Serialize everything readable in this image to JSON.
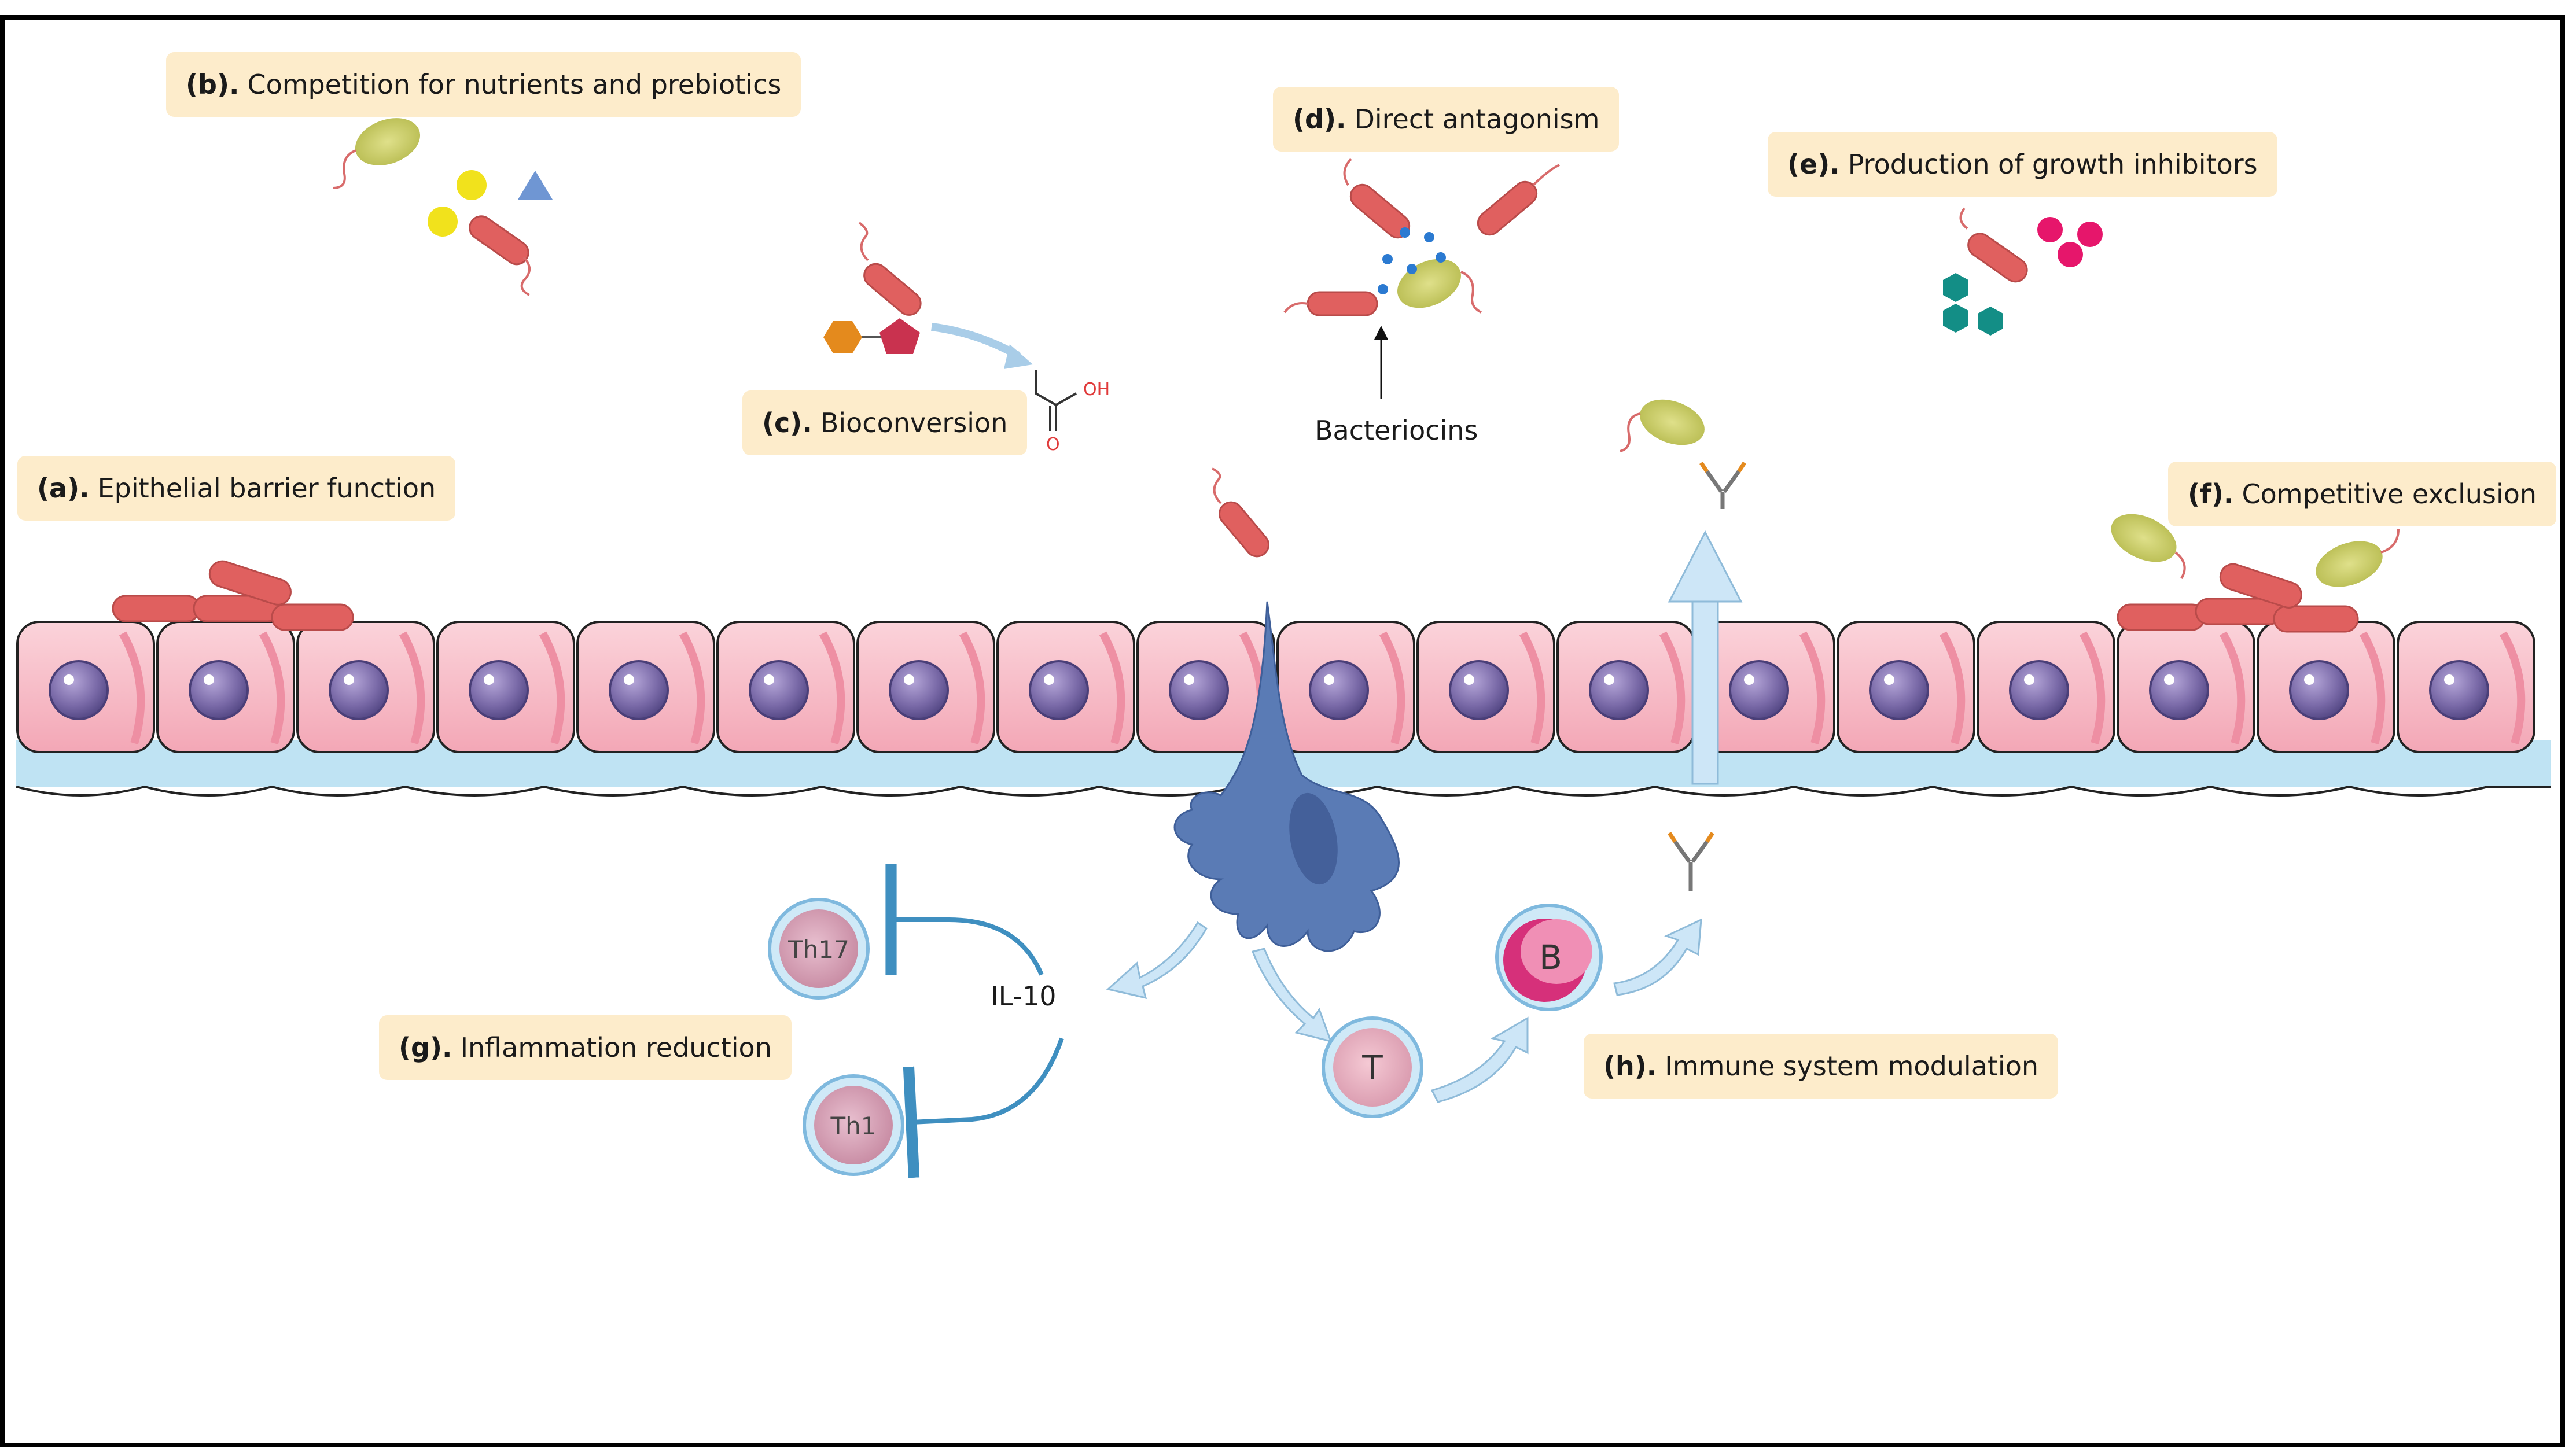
{
  "labels": {
    "a": {
      "letter": "(a).",
      "text": "Epithelial barrier function"
    },
    "b": {
      "letter": "(b).",
      "text": "Competition for nutrients and prebiotics"
    },
    "c": {
      "letter": "(c).",
      "text": "Bioconversion"
    },
    "d": {
      "letter": "(d).",
      "text": "Direct antagonism"
    },
    "e": {
      "letter": "(e).",
      "text": "Production of growth inhibitors"
    },
    "f": {
      "letter": "(f).",
      "text": "Competitive exclusion"
    },
    "g": {
      "letter": "(g).",
      "text": "Inflammation reduction"
    },
    "h": {
      "letter": "(h).",
      "text": "Immune system modulation"
    }
  },
  "annotations": {
    "bacteriocins": "Bacteriocins",
    "il10": "IL-10",
    "oh": "OH",
    "o": "O"
  },
  "cells": {
    "th17": "Th17",
    "th1": "Th1",
    "t_cell": "T",
    "b_cell": "B"
  },
  "colors": {
    "label_bg": "#fdeccb",
    "epithelial_cell": "#f7b9c4",
    "nucleus": "#7a6aa8",
    "basement": "#bfe3f3",
    "probiotic_rod": "#e0605f",
    "pathogen": "#c9cd6a",
    "dendritic_cell": "#5a7bb5",
    "arrow_light_blue": "#cde6f7",
    "inhibit_line": "#3f8fc0",
    "th_cell": "#d9a3b6",
    "b_cell": "#d6307a"
  }
}
